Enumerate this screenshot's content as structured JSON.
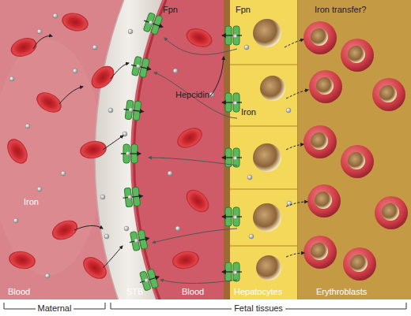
{
  "diagram": {
    "labels": [
      "Fpn",
      "Fpn",
      "Iron transfer?",
      "Hepcidin",
      "Iron",
      "Iron",
      "Blood",
      "STB",
      "Blood",
      "Hepatocytes",
      "Erythroblasts",
      "Maternal",
      "Fetal tissues"
    ]
  }
}
